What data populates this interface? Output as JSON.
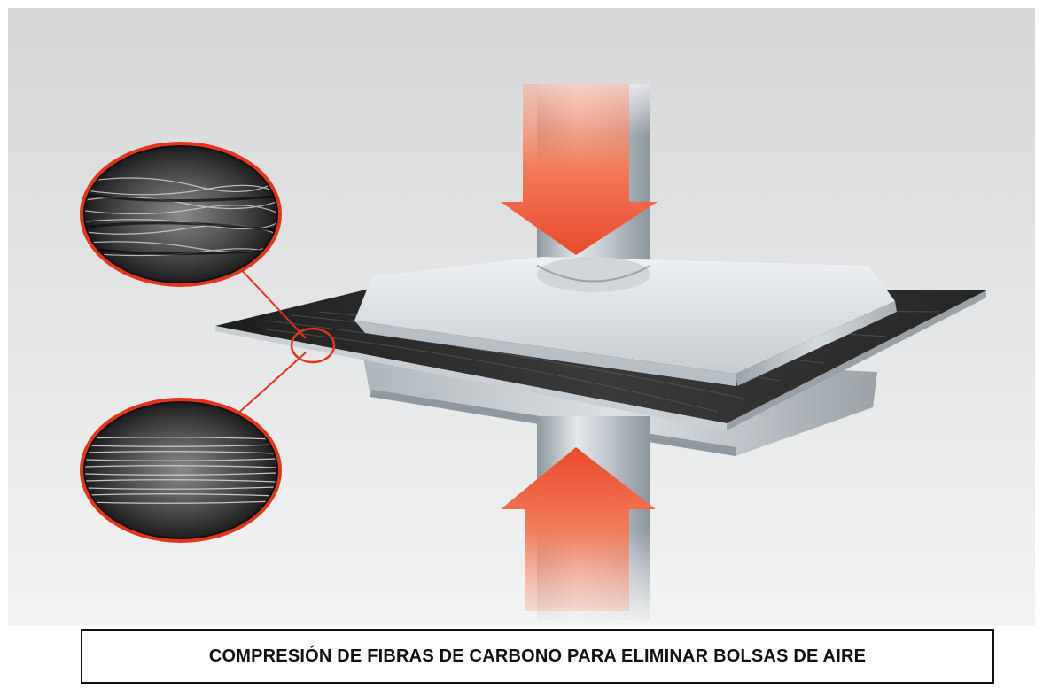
{
  "caption": {
    "text": "COMPRESIÓN DE FIBRAS DE CARBONO PARA ELIMINAR BOLSAS DE AIRE"
  },
  "colors": {
    "arrow": "#ee5a3a",
    "zoom_outline": "#e0361f",
    "fiber_sheet": "#2b2b2b",
    "press_metal": "#c9d0d6",
    "background_top": "#d6d7d8",
    "background_bottom": "#f1f2f2"
  },
  "icons": {
    "top_arrow": "down-arrow",
    "bottom_arrow": "up-arrow",
    "zoom_top": "magnifier-circle",
    "zoom_bottom": "magnifier-circle"
  }
}
